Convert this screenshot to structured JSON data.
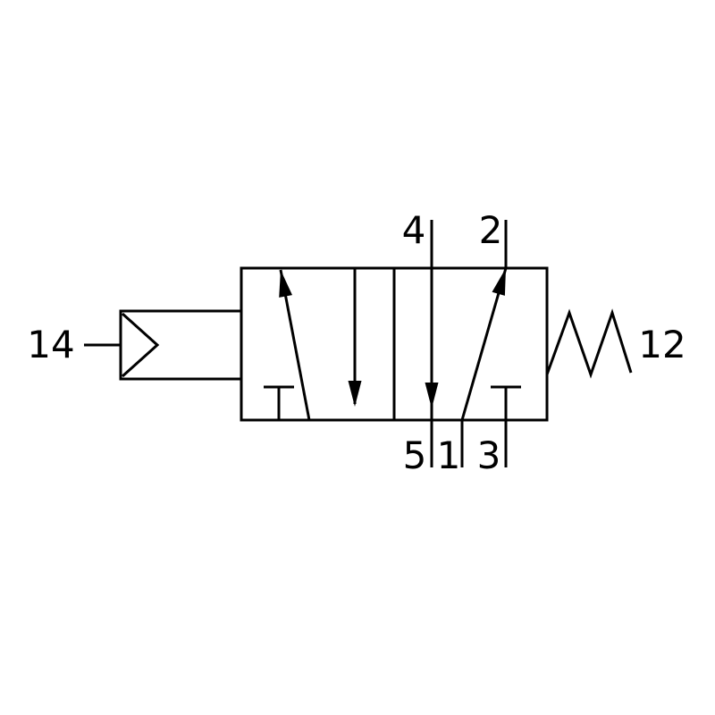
{
  "diagram": {
    "kind": "pneumatic-valve-schematic-5-2",
    "background_color": "#ffffff",
    "line_color": "#000000",
    "labels": {
      "pilot": "14",
      "spring": "12",
      "port_top_left": "4",
      "port_top_right": "2",
      "port_bottom_left": "5",
      "port_bottom_center": "1",
      "port_bottom_right": "3"
    }
  }
}
